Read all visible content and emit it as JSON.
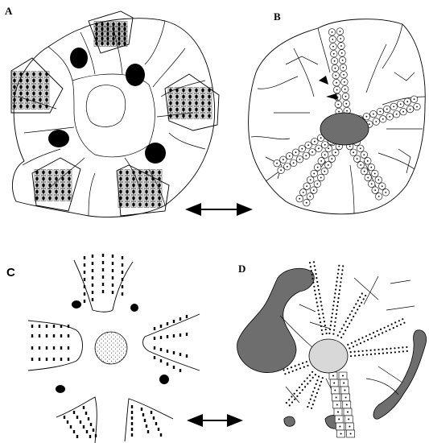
{
  "figure": {
    "panels": [
      {
        "id": "A",
        "label": "A"
      },
      {
        "id": "B",
        "label": "B"
      },
      {
        "id": "C",
        "label": "C"
      },
      {
        "id": "D",
        "label": "D"
      }
    ]
  },
  "colors": {
    "ink": "#000000",
    "dark_grey": "#6e6e6e",
    "light_grey": "#d8d8d8",
    "background": "#ffffff"
  },
  "icons": [
    "double-arrow-icon"
  ]
}
